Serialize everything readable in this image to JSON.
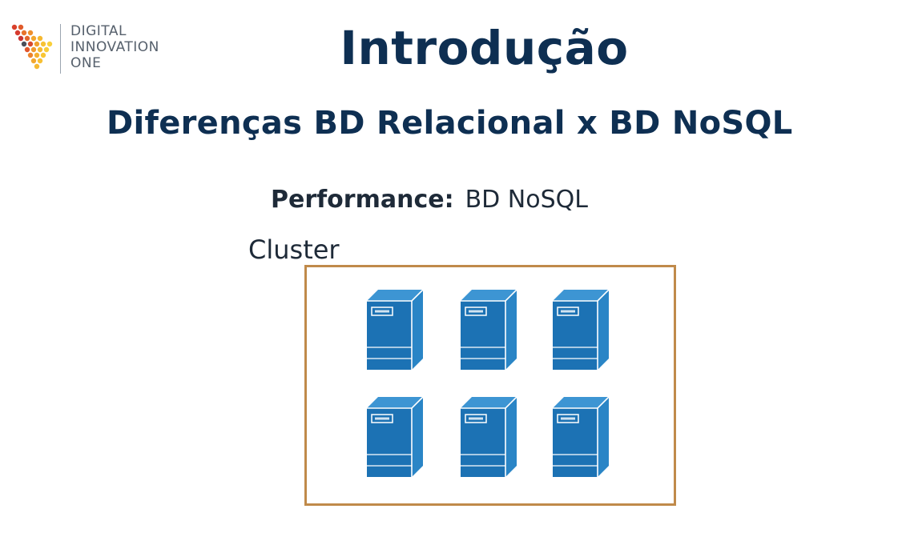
{
  "logo": {
    "lines": [
      "DIGITAL",
      "INNOVATION",
      "ONE"
    ]
  },
  "slide": {
    "title": "Introdução",
    "subtitle": "Diferenças BD Relacional x BD NoSQL",
    "performance_label": "Performance:",
    "performance_value": "BD NoSQL",
    "cluster_label": "Cluster"
  },
  "cluster": {
    "server_count": 6,
    "servers": [
      "server",
      "server",
      "server",
      "server",
      "server",
      "server"
    ],
    "server_icon": "server-tower-icon"
  },
  "colors": {
    "title": "#0e2f52",
    "text": "#1e2a38",
    "box_border": "#c08a4a",
    "server_front": "#1c72b4",
    "server_side": "#2a85c6",
    "server_top": "#3d95d3"
  }
}
